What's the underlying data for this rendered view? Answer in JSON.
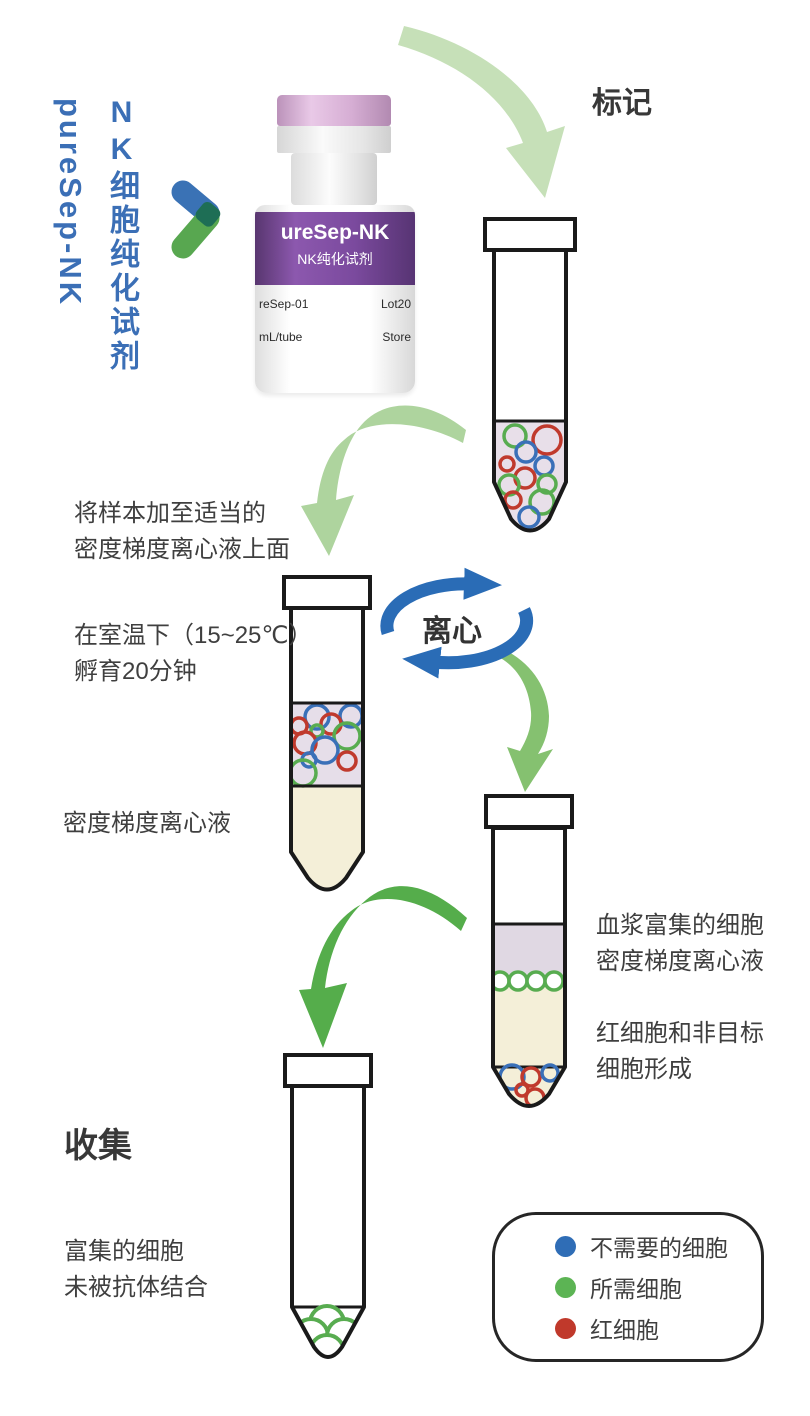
{
  "brand": {
    "title_en": "pureSep-NK",
    "title_cn": "NK细胞纯化试剂"
  },
  "bottle": {
    "band_title": "ureSep-NK",
    "band_subtitle": "NK纯化试剂",
    "info_left_1": "reSep-01",
    "info_right_1": "Lot20",
    "info_left_2": "mL/tube",
    "info_right_2": "Store"
  },
  "labels": {
    "mark": "标记",
    "add_sample_1": "将样本加至适当的",
    "add_sample_2": "密度梯度离心液上面",
    "incubate_1": "在室温下（15~25℃）",
    "incubate_2": "孵育20分钟",
    "density_medium": "密度梯度离心液",
    "centrifuge": "离心",
    "plasma_1": "血浆富集的细胞",
    "plasma_2": "密度梯度离心液",
    "rbc_1": "红细胞和非目标",
    "rbc_2": "细胞形成",
    "collect": "收集",
    "enriched_1": "富集的细胞",
    "enriched_2": "未被抗体结合"
  },
  "legend": {
    "items": [
      {
        "color": "#2f6db6",
        "label": "不需要的细胞"
      },
      {
        "color": "#5cb454",
        "label": "所需细胞"
      },
      {
        "color": "#c0392b",
        "label": "红细胞"
      }
    ]
  },
  "colors": {
    "brand_blue": "#3b6fb6",
    "label_purple": "#7b4a9e",
    "arrow_light_green": "#c6e0b8",
    "arrow_soft_green": "#aed49e",
    "arrow_medium_green": "#85c170",
    "arrow_strong_green": "#55ad4b",
    "rotation_blue": "#2a6cb6",
    "cell_blue": "#3a70b8",
    "cell_green": "#58ac50",
    "cell_red": "#c03a2d",
    "tube_lavender": "#e8dfe9",
    "tube_cream": "#f4efd8",
    "text_dark": "#3f3f3f"
  }
}
